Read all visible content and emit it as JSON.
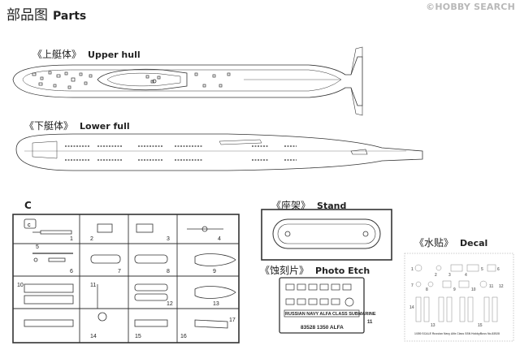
{
  "watermark": "©HOBBY SEARCH",
  "header": {
    "title_cn": "部品图",
    "title_en": "Parts"
  },
  "sections": {
    "upper_hull": {
      "cn": "《上艇体》",
      "en": "Upper hull"
    },
    "lower_hull": {
      "cn": "《下艇体》",
      "en": "Lower full"
    },
    "sprue_c": {
      "letter": "C",
      "tag": "C"
    },
    "stand": {
      "cn": "《座架》",
      "en": "Stand"
    },
    "photo_etch": {
      "cn": "《蚀刻片》",
      "en": "Photo Etch",
      "line1": "RUSSIAN NAVY ALFA CLASS SUBMARINE",
      "line2": "83528  1350  ALFA",
      "side_num": "11"
    },
    "decal": {
      "cn": "《水贴》",
      "en": "Decal",
      "footer": "1/350 SCALE Russian Navy Alfa Class SSN HobbyBoss  No.83528"
    }
  },
  "part_numbers": [
    "1",
    "2",
    "3",
    "4",
    "5",
    "6",
    "7",
    "8",
    "9",
    "10",
    "11",
    "12",
    "13",
    "14",
    "15",
    "16",
    "17"
  ],
  "decal_numbers": [
    "1",
    "2",
    "3",
    "4",
    "5",
    "6",
    "7",
    "8",
    "9",
    "10",
    "11",
    "12",
    "13",
    "14",
    "15"
  ]
}
